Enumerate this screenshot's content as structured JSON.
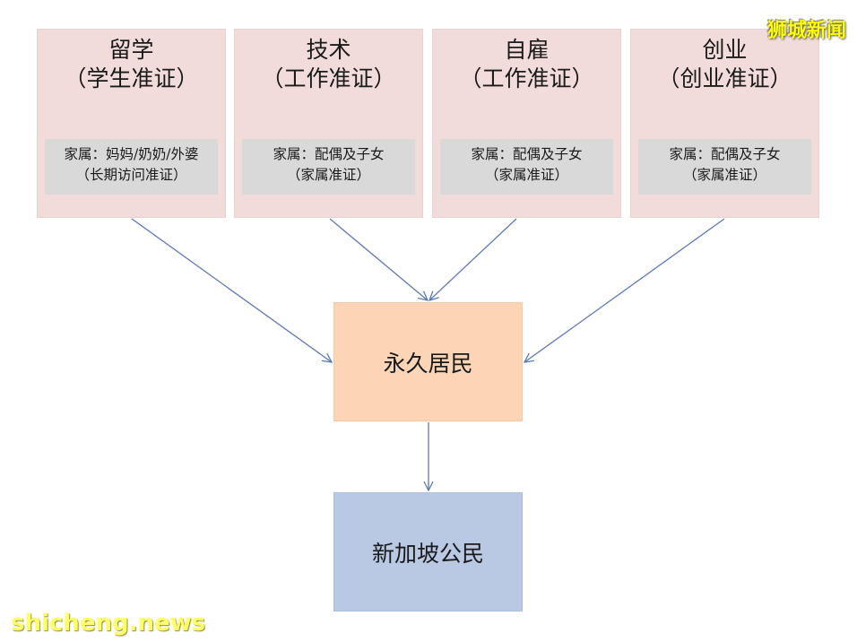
{
  "watermark": {
    "top_right": "狮城新闻",
    "bottom_left": "shicheng.news"
  },
  "paths": [
    {
      "title": "留学",
      "subtitle": "（学生准证）",
      "family_line1": "家属：妈妈/奶奶/外婆",
      "family_line2": "（长期访问准证）"
    },
    {
      "title": "技术",
      "subtitle": "（工作准证）",
      "family_line1": "家属：配偶及子女",
      "family_line2": "（家属准证）"
    },
    {
      "title": "自雇",
      "subtitle": "（工作准证）",
      "family_line1": "家属：配偶及子女",
      "family_line2": "（家属准证）"
    },
    {
      "title": "创业",
      "subtitle": "（创业准证）",
      "family_line1": "家属：配偶及子女",
      "family_line2": "（家属准证）"
    }
  ],
  "pr": {
    "label": "永久居民"
  },
  "citizen": {
    "label": "新加坡公民"
  },
  "colors": {
    "top_box": "#f2dcdb",
    "family_box": "#d9d9d9",
    "pr_box": "#fbd5b5",
    "citizen_box": "#b9c9e4",
    "arrow": "#5b79b4",
    "watermark": "#ffff00"
  }
}
